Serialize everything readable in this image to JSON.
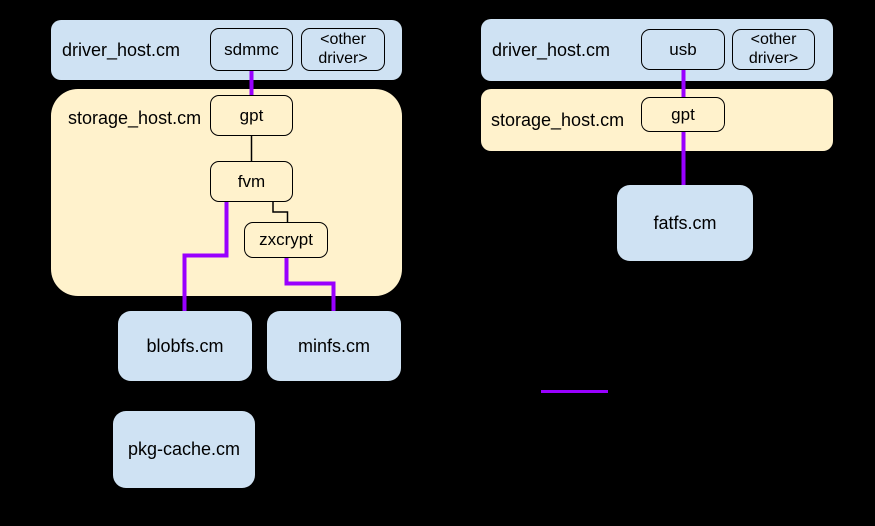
{
  "colors": {
    "background": "#000000",
    "blue_fill": "#cfe2f3",
    "yellow_fill": "#fff2cc",
    "purple": "#9900ff",
    "black_line": "#000000"
  },
  "left": {
    "driver_host_label": "driver_host.cm",
    "sdmmc": "sdmmc",
    "other_driver": "<other driver>",
    "storage_host_label": "storage_host.cm",
    "gpt": "gpt",
    "fvm": "fvm",
    "zxcrypt": "zxcrypt",
    "blobfs": "blobfs.cm",
    "minfs": "minfs.cm",
    "pkg_cache": "pkg-cache.cm"
  },
  "right": {
    "driver_host_label": "driver_host.cm",
    "usb": "usb",
    "other_driver": "<other driver>",
    "storage_host_label": "storage_host.cm",
    "gpt": "gpt",
    "fatfs": "fatfs.cm"
  },
  "edges": [
    {
      "from": "sdmmc",
      "to": "gpt",
      "style": "thick-purple"
    },
    {
      "from": "gpt",
      "to": "fvm",
      "style": "thin-black"
    },
    {
      "from": "fvm",
      "to": "zxcrypt",
      "style": "thin-black"
    },
    {
      "from": "fvm",
      "to": "blobfs.cm",
      "style": "thick-purple"
    },
    {
      "from": "zxcrypt",
      "to": "minfs.cm",
      "style": "thick-purple"
    },
    {
      "from": "usb",
      "to": "gpt",
      "style": "thick-purple"
    },
    {
      "from": "gpt",
      "to": "fatfs.cm",
      "style": "thick-purple"
    }
  ],
  "legend": {
    "line_color": "#9900ff"
  }
}
